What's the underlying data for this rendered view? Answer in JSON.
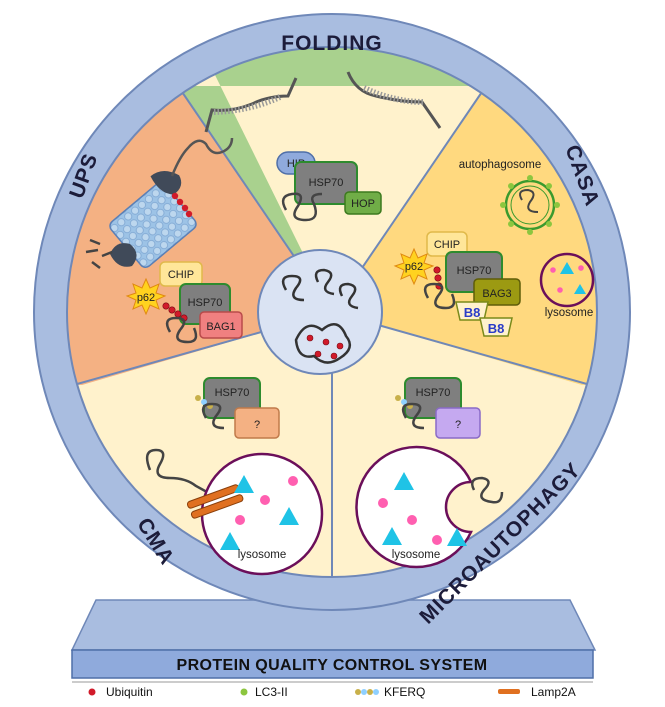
{
  "sectors": {
    "folding": {
      "title": "FOLDING",
      "labels": {
        "hip": "HIP",
        "hsp70": "HSP70",
        "hop": "HOP"
      }
    },
    "ups": {
      "title": "UPS",
      "labels": {
        "chip": "CHIP",
        "p62": "p62",
        "hsp70": "HSP70",
        "bag1": "BAG1"
      }
    },
    "casa": {
      "title": "CASA",
      "labels": {
        "autophagosome": "autophagosome",
        "chip": "CHIP",
        "p62": "p62",
        "hsp70": "HSP70",
        "bag3": "BAG3",
        "b8_a": "B8",
        "b8_b": "B8",
        "lysosome": "lysosome"
      }
    },
    "cma": {
      "title": "CMA",
      "labels": {
        "hsp70": "HSP70",
        "unknown": "?",
        "lysosome": "lysosome"
      }
    },
    "microautophagy": {
      "title": "MICROAUTOPHAGY",
      "labels": {
        "hsp70": "HSP70",
        "unknown": "?",
        "lysosome": "lysosome"
      }
    }
  },
  "banner": {
    "title": "PROTEIN QUALITY CONTROL SYSTEM"
  },
  "legend": [
    {
      "label": "Ubiquitin",
      "symbol": "red-dot",
      "color": "#d11a2a"
    },
    {
      "label": "LC3-II",
      "symbol": "green-dot",
      "color": "#8cc63f"
    },
    {
      "label": "KFERQ",
      "symbol": "kferq-motif",
      "color": "#c8b04a"
    },
    {
      "label": "Lamp2A",
      "symbol": "orange-bar",
      "color": "#e07020"
    }
  ],
  "colors": {
    "rim": "#a9bde0",
    "rim_stroke": "#6f88b8",
    "folding": "#a9d18e",
    "ups": "#f4b183",
    "casa": "#ffd97f",
    "lower": "#fff2cc",
    "center": "#dae3f3",
    "hsp70": "#7f7f7f",
    "hsp70_border": "#2e8b2e",
    "hip": "#8faadc",
    "hop": "#70ad47",
    "chip": "#ffe699",
    "bag1": "#f08080",
    "bag3": "#9c9a12",
    "unknown_cma": "#f4b183",
    "unknown_micro": "#c5a9f0",
    "lysosome_border": "#6b0f5a",
    "ubiquitin": "#d11a2a",
    "cyan_triangle": "#1fc3e6",
    "magenta_dot": "#ff5fb0",
    "lamp2a": "#e07020"
  }
}
